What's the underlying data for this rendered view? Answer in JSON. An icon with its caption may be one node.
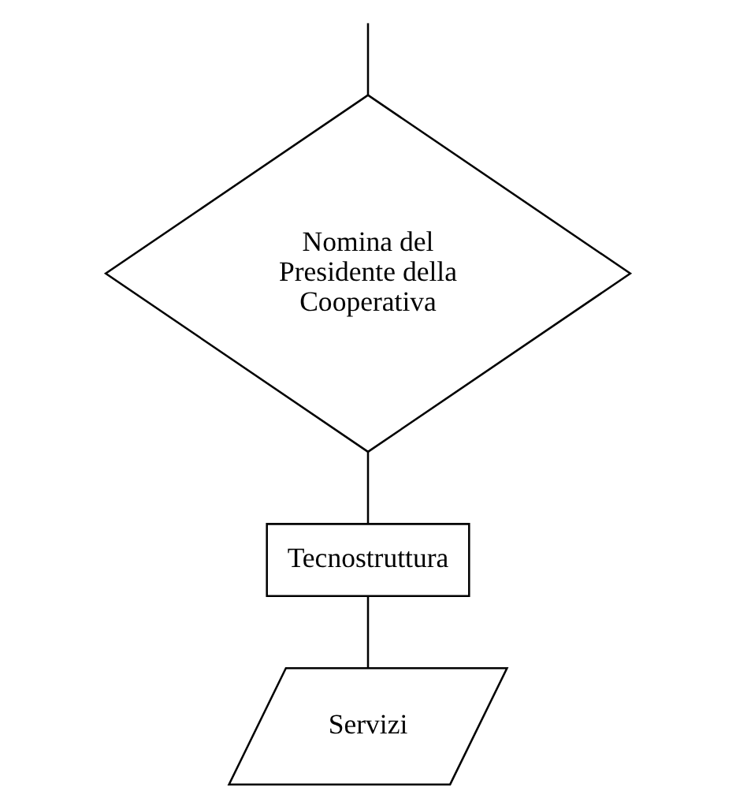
{
  "diagram": {
    "nodes": [
      {
        "text": [
          "Nomina del Presidente della Cooperativa"
        ]
      },
      {
        "text": [
          "Tecnostruttura"
        ]
      },
      {
        "text": [
          "Servizi"
        ]
      }
    ],
    "edges": [
      {
        "from": null,
        "to": 0,
        "arrow": "none"
      },
      {
        "from": 0,
        "to": 1,
        "arrow": "none"
      },
      {
        "from": 1,
        "to": 2,
        "arrow": "none"
      }
    ]
  }
}
